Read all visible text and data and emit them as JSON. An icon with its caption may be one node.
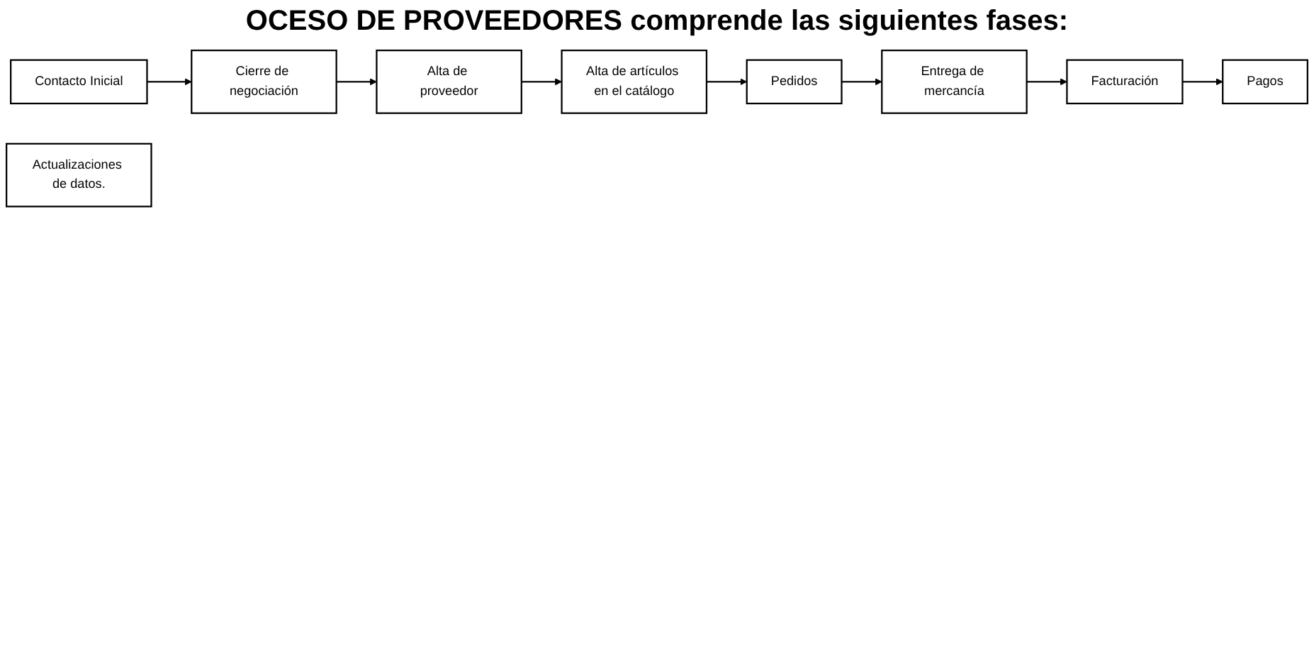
{
  "diagram": {
    "title": "OCESO DE PROVEEDORES comprende las siguientes fases:",
    "nodes": [
      {
        "text": [
          "Contacto Inicial"
        ]
      },
      {
        "text": [
          "Cierre de negociación"
        ]
      },
      {
        "text": [
          "Alta de proveedor"
        ]
      },
      {
        "text": [
          "Alta de artículos en el catálogo"
        ]
      },
      {
        "text": [
          "Pedidos"
        ]
      },
      {
        "text": [
          "Entrega de mercancía"
        ]
      },
      {
        "text": [
          "Facturación"
        ]
      },
      {
        "text": [
          "Pagos"
        ]
      },
      {
        "text": [
          "Actualizaciones de datos."
        ]
      }
    ],
    "edges": [
      {
        "from": 0,
        "to": 1,
        "arrow": "to"
      },
      {
        "from": 1,
        "to": 2,
        "arrow": "to"
      },
      {
        "from": 2,
        "to": 3,
        "arrow": "to"
      },
      {
        "from": 3,
        "to": 4,
        "arrow": "to"
      },
      {
        "from": 4,
        "to": 5,
        "arrow": "to"
      },
      {
        "from": 5,
        "to": 6,
        "arrow": "to"
      },
      {
        "from": 6,
        "to": 7,
        "arrow": "to"
      }
    ]
  }
}
